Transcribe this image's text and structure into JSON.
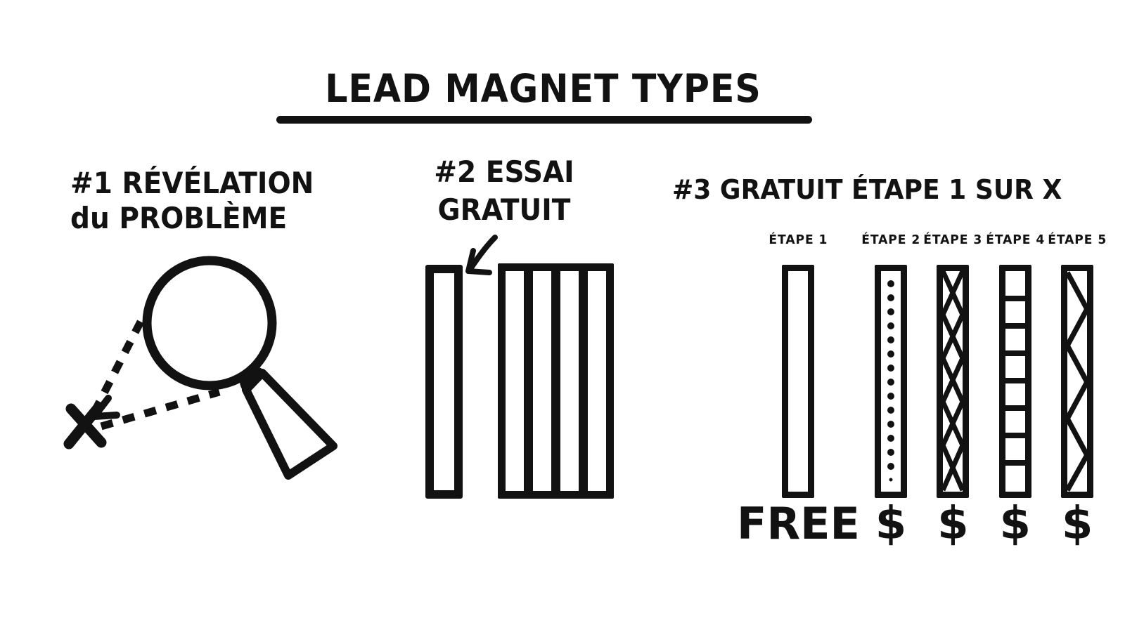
{
  "colors": {
    "ink": "#121212",
    "background": "#ffffff"
  },
  "title": "LEAD MAGNET TYPES",
  "section1": {
    "heading_line1": "#1 RÉVÉLATION",
    "heading_line2": "du PROBLÈME",
    "illustration": "magnifying-glass-with-dashed-sightlines-to-x-mark"
  },
  "section2": {
    "heading_line1": "#2 ESSAI",
    "heading_line2": "GRATUIT",
    "illustration": "one-free-bar-arrow-plus-group-of-four-paid-bars"
  },
  "section3": {
    "heading": "#3 GRATUIT ÉTAPE 1 SUR X",
    "steps": [
      {
        "label": "ÉTAPE 1",
        "pattern": "empty",
        "price": "FREE"
      },
      {
        "label": "ÉTAPE 2",
        "pattern": "dots",
        "price": "$"
      },
      {
        "label": "ÉTAPE 3",
        "pattern": "diamond-lattice",
        "price": "$"
      },
      {
        "label": "ÉTAPE 4",
        "pattern": "ladder",
        "price": "$"
      },
      {
        "label": "ÉTAPE 5",
        "pattern": "zigzag",
        "price": "$"
      }
    ]
  },
  "icons": {
    "section1": [
      "magnifier-icon",
      "x-mark-icon",
      "dashed-sightlines"
    ],
    "section2": [
      "down-left-arrow-icon"
    ]
  }
}
